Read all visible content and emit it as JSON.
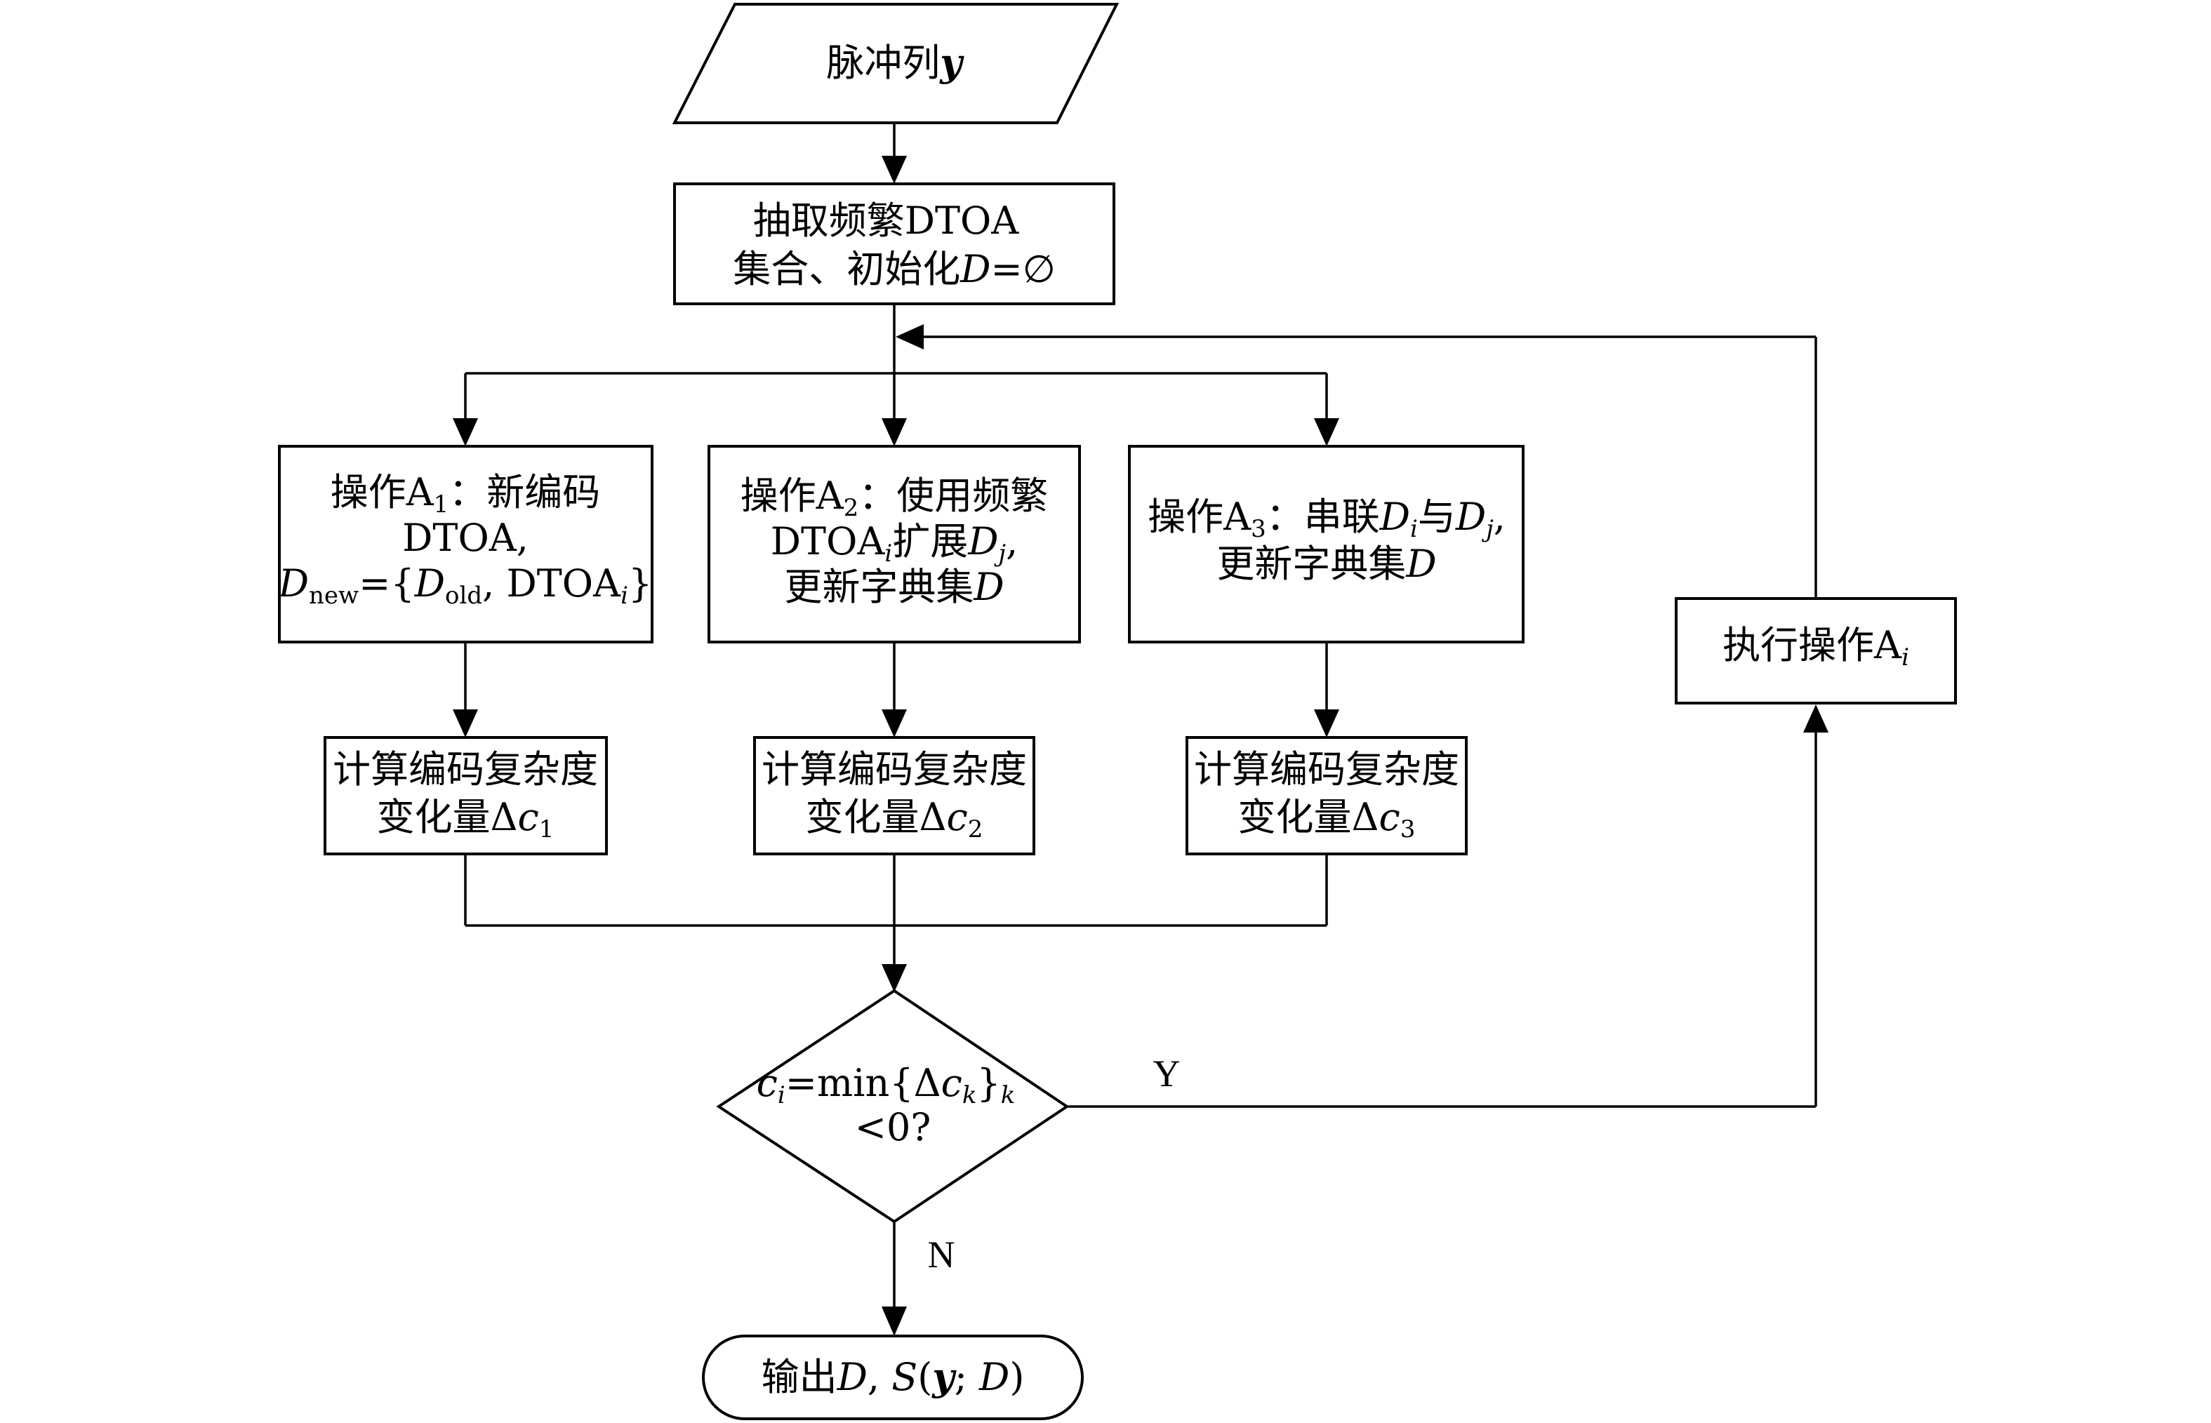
{
  "diagram": {
    "type": "flowchart",
    "nodes": {
      "input": {
        "shape": "parallelogram",
        "text": "脉冲列",
        "var": "y"
      },
      "init": {
        "shape": "rect",
        "line1": "抽取频繁DTOA",
        "line2_prefix": "集合、初始化",
        "line2_var": "D",
        "line2_suffix": "=∅"
      },
      "op_a1": {
        "shape": "rect",
        "line1_prefix": "操作A",
        "line1_sub": "1",
        "line1_suffix": "：新编码",
        "line2": "DTOA,",
        "line3_d": "D",
        "line3_sub_new": "new",
        "line3_eq": "={",
        "line3_d2": "D",
        "line3_sub_old": "old",
        "line3_mid": ", DTOA",
        "line3_sub_i": "i",
        "line3_end": "}"
      },
      "op_a2": {
        "shape": "rect",
        "line1_prefix": "操作A",
        "line1_sub": "2",
        "line1_suffix": "：使用频繁",
        "line2_prefix": "DTOA",
        "line2_sub_i": "i",
        "line2_mid": "扩展",
        "line2_var": "D",
        "line2_sub_j": "j",
        "line2_suffix": ",",
        "line3_prefix": "更新字典集",
        "line3_var": "D"
      },
      "op_a3": {
        "shape": "rect",
        "line1_prefix": "操作A",
        "line1_sub": "3",
        "line1_mid": "：串联",
        "line1_var1": "D",
        "line1_sub_i": "i",
        "line1_and": "与",
        "line1_var2": "D",
        "line1_sub_j": "j",
        "line1_suffix": ",",
        "line2_prefix": "更新字典集",
        "line2_var": "D"
      },
      "calc_1": {
        "shape": "rect",
        "line1": "计算编码复杂度",
        "line2_prefix": "变化量Δ",
        "line2_var": "c",
        "line2_sub": "1"
      },
      "calc_2": {
        "shape": "rect",
        "line1": "计算编码复杂度",
        "line2_prefix": "变化量Δ",
        "line2_var": "c",
        "line2_sub": "2"
      },
      "calc_3": {
        "shape": "rect",
        "line1": "计算编码复杂度",
        "line2_prefix": "变化量Δ",
        "line2_var": "c",
        "line2_sub": "3"
      },
      "decision": {
        "shape": "diamond",
        "line1_var": "c",
        "line1_sub_i": "i",
        "line1_mid": "=min{Δ",
        "line1_var2": "c",
        "line1_sub_k": "k",
        "line1_close": "}",
        "line1_sub_k2": "k",
        "line2": "<0?"
      },
      "execute": {
        "shape": "rect",
        "text_prefix": "执行操作A",
        "text_sub": "i"
      },
      "output": {
        "shape": "terminal",
        "prefix": "输出",
        "var_d": "D",
        "comma": ", ",
        "var_s": "S",
        "open": "(",
        "var_y": "y",
        "semi": "; ",
        "var_d2": "D",
        "close": ")"
      }
    },
    "edge_labels": {
      "yes": "Y",
      "no": "N"
    },
    "edges": [
      [
        "input",
        "init"
      ],
      [
        "init",
        "op_a1"
      ],
      [
        "init",
        "op_a2"
      ],
      [
        "init",
        "op_a3"
      ],
      [
        "op_a1",
        "calc_1"
      ],
      [
        "op_a2",
        "calc_2"
      ],
      [
        "op_a3",
        "calc_3"
      ],
      [
        "calc_1",
        "decision"
      ],
      [
        "calc_2",
        "decision"
      ],
      [
        "calc_3",
        "decision"
      ],
      [
        "decision",
        "execute",
        "Y"
      ],
      [
        "execute",
        "init-branch"
      ],
      [
        "decision",
        "output",
        "N"
      ]
    ]
  }
}
